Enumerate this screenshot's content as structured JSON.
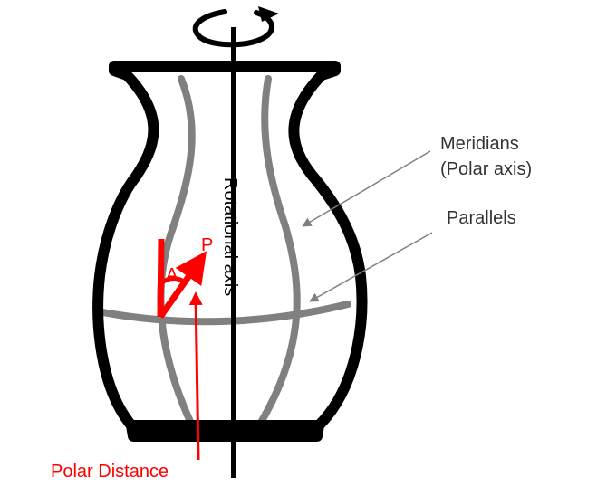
{
  "labels": {
    "meridians_line1": "Meridians",
    "meridians_line2": "(Polar axis)",
    "parallels": "Parallels",
    "rotational_axis": "Rotational axis",
    "point_p": "P",
    "angle_a": "A",
    "polar_distance": "Polar Distance"
  },
  "colors": {
    "outline": "#000000",
    "guide_lines": "#808080",
    "pointer_lines": "#7f7f7f",
    "accent": "#ff0000",
    "label_text": "#333333",
    "background": "#ffffff"
  },
  "icons": {
    "rotation": "rotation-arrow-icon"
  }
}
